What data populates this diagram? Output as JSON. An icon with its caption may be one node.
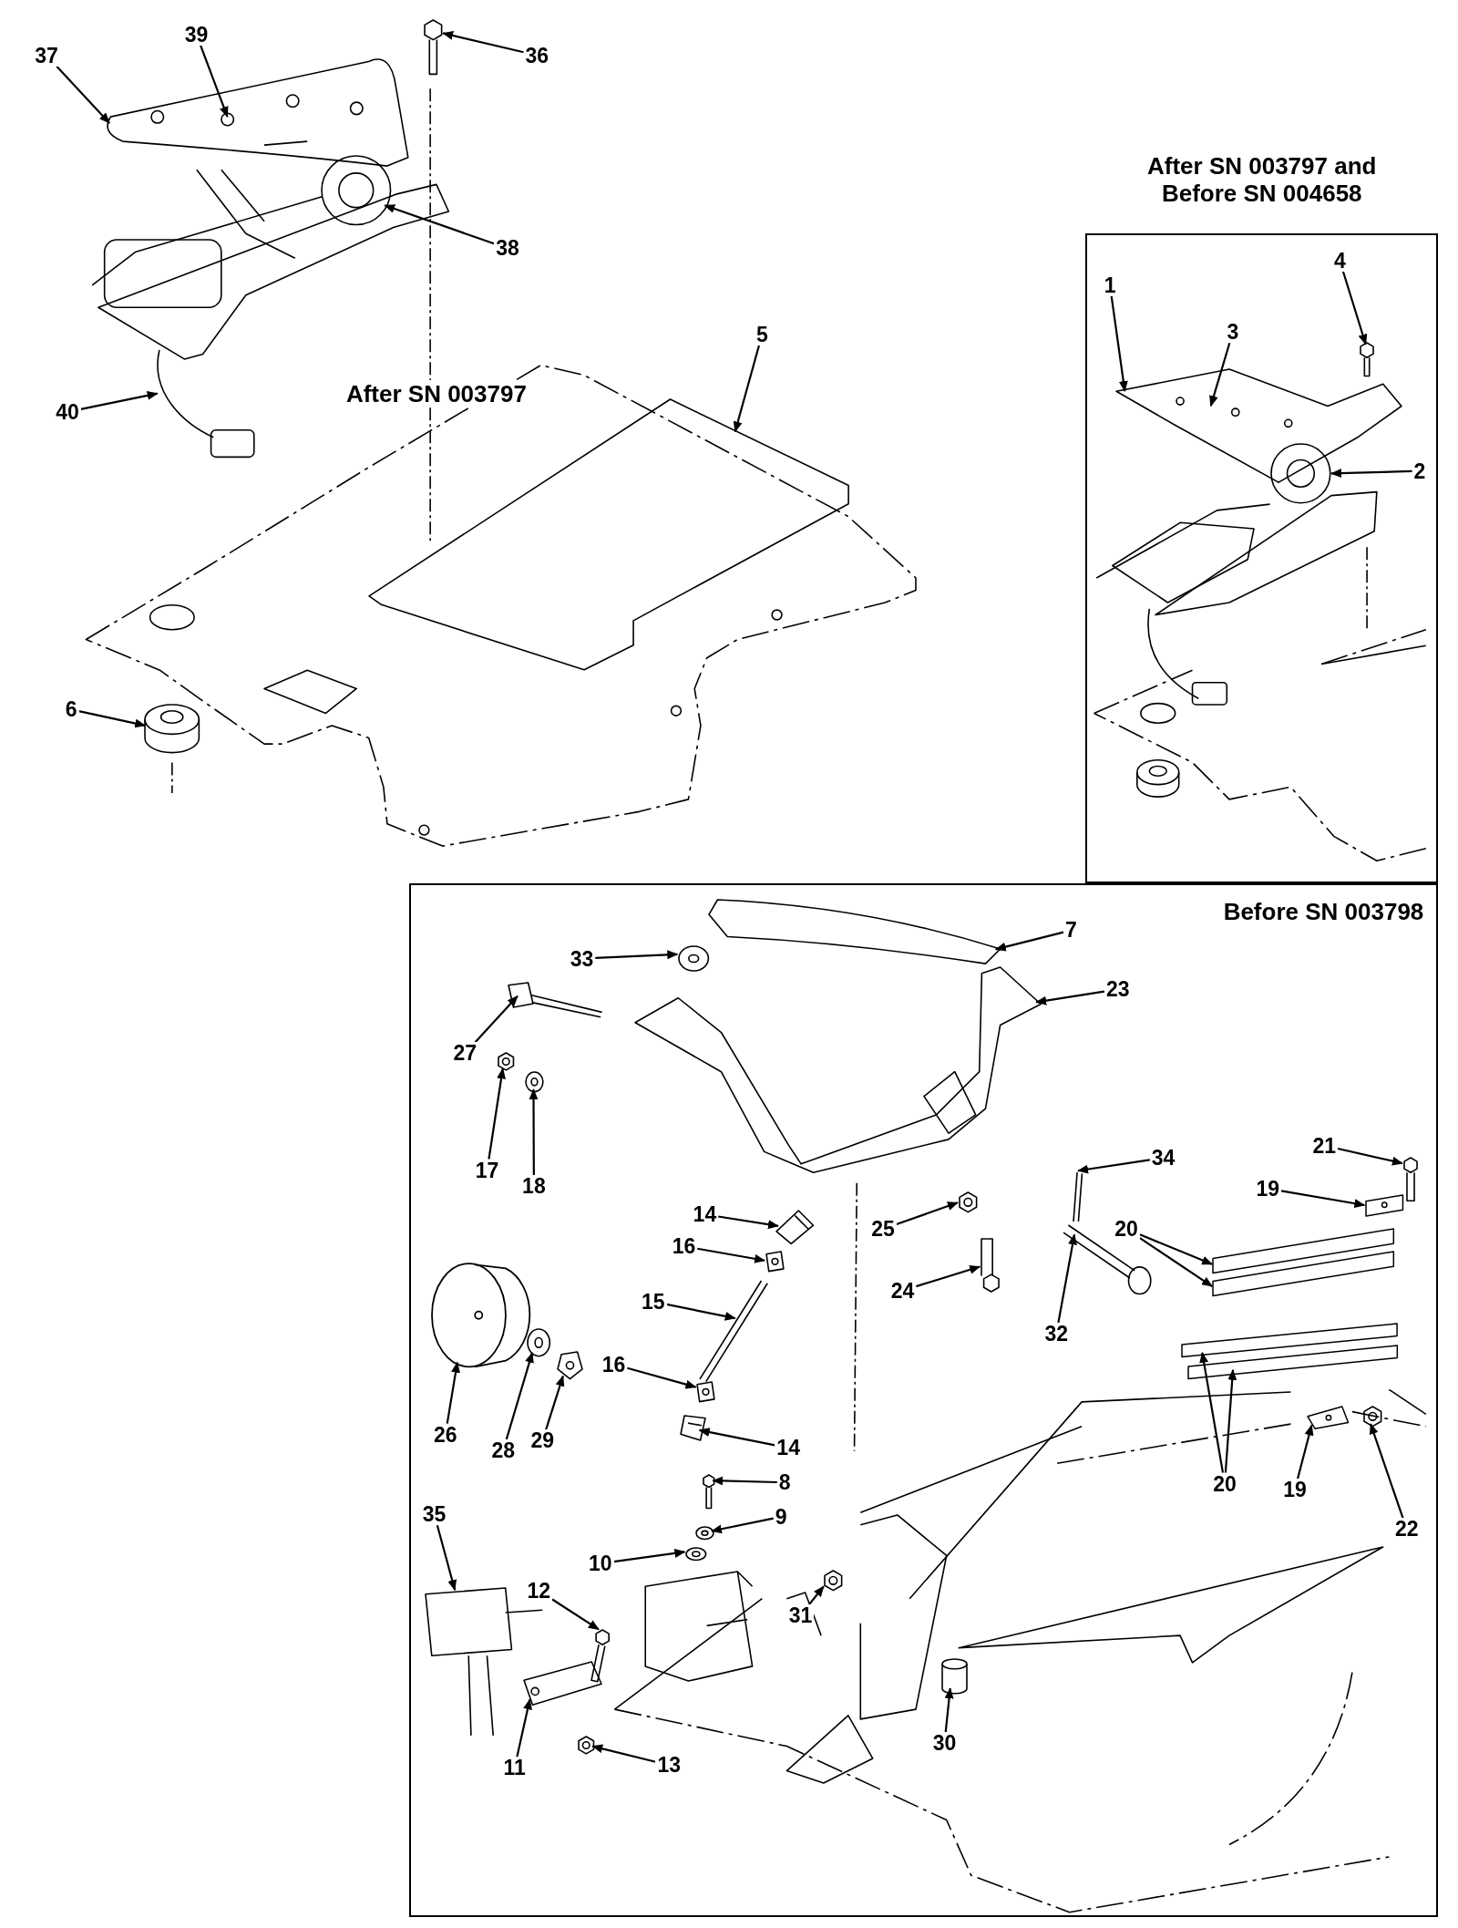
{
  "diagram": {
    "nodes": [
      {
        "text": [
          "After SN 003797 and Before SN 004658"
        ]
      },
      {
        "text": [
          "Before SN 003798"
        ]
      },
      {
        "text": [
          "37"
        ]
      },
      {
        "text": [
          "39"
        ]
      },
      {
        "text": [
          "36"
        ]
      },
      {
        "text": [
          "38"
        ]
      },
      {
        "text": [
          "40"
        ]
      },
      {
        "text": [
          "5"
        ]
      },
      {
        "text": [
          "6"
        ]
      },
      {
        "text": [
          "1"
        ],
        "in": 0
      },
      {
        "text": [
          "3"
        ],
        "in": 0
      },
      {
        "text": [
          "4"
        ],
        "in": 0
      },
      {
        "text": [
          "2"
        ],
        "in": 0
      },
      {
        "text": [
          "33"
        ],
        "in": 1
      },
      {
        "text": [
          "7"
        ],
        "in": 1
      },
      {
        "text": [
          "23"
        ],
        "in": 1
      },
      {
        "text": [
          "27"
        ],
        "in": 1
      },
      {
        "text": [
          "17"
        ],
        "in": 1
      },
      {
        "text": [
          "18"
        ],
        "in": 1
      },
      {
        "text": [
          "14"
        ],
        "in": 1
      },
      {
        "text": [
          "16"
        ],
        "in": 1
      },
      {
        "text": [
          "15"
        ],
        "in": 1
      },
      {
        "text": [
          "34"
        ],
        "in": 1
      },
      {
        "text": [
          "21"
        ],
        "in": 1
      },
      {
        "text": [
          "19"
        ],
        "in": 1
      },
      {
        "text": [
          "20"
        ],
        "in": 1
      },
      {
        "text": [
          "25"
        ],
        "in": 1
      },
      {
        "text": [
          "24"
        ],
        "in": 1
      },
      {
        "text": [
          "32"
        ],
        "in": 1
      },
      {
        "text": [
          "26"
        ],
        "in": 1
      },
      {
        "text": [
          "28"
        ],
        "in": 1
      },
      {
        "text": [
          "29"
        ],
        "in": 1
      },
      {
        "text": [
          "16"
        ],
        "in": 1
      },
      {
        "text": [
          "14"
        ],
        "in": 1
      },
      {
        "text": [
          "20"
        ],
        "in": 1
      },
      {
        "text": [
          "19"
        ],
        "in": 1
      },
      {
        "text": [
          "22"
        ],
        "in": 1
      },
      {
        "text": [
          "35"
        ],
        "in": 1
      },
      {
        "text": [
          "8"
        ],
        "in": 1
      },
      {
        "text": [
          "9"
        ],
        "in": 1
      },
      {
        "text": [
          "10"
        ],
        "in": 1
      },
      {
        "text": [
          "12"
        ],
        "in": 1
      },
      {
        "text": [
          "31"
        ],
        "in": 1
      },
      {
        "text": [
          "30"
        ],
        "in": 1
      },
      {
        "text": [
          "11"
        ],
        "in": 1
      },
      {
        "text": [
          "13"
        ],
        "in": 1
      },
      {
        "text": [],
        "shape": "picture"
      },
      {
        "text": [],
        "shape": "picture",
        "in": 46
      },
      {
        "text": [],
        "shape": "picture"
      },
      {
        "text": [],
        "shape": "picture"
      },
      {
        "text": [],
        "shape": "picture"
      },
      {
        "text": [],
        "shape": "picture"
      },
      {
        "text": [],
        "shape": "picture"
      },
      {
        "text": [],
        "shape": "picture",
        "in": 0
      },
      {
        "text": [],
        "shape": "picture",
        "in": 53
      },
      {
        "text": [],
        "shape": "picture",
        "in": 0
      },
      {
        "text": [],
        "shape": "picture",
        "in": 0
      },
      {
        "text": [],
        "shape": "picture",
        "in": 1
      },
      {
        "text": [],
        "shape": "picture",
        "in": 1
      },
      {
        "text": [],
        "shape": "picture",
        "in": 1
      },
      {
        "text": [],
        "shape": "picture",
        "in": 1
      },
      {
        "text": [],
        "shape": "picture",
        "in": 1
      },
      {
        "text": [],
        "shape": "picture",
        "in": 1
      },
      {
        "text": [],
        "shape": "picture",
        "in": 1
      },
      {
        "text": [],
        "shape": "picture",
        "in": 1
      },
      {
        "text": [],
        "shape": "picture",
        "in": 1
      },
      {
        "text": [],
        "shape": "picture",
        "in": 1
      },
      {
        "text": [],
        "shape": "picture",
        "in": 1
      },
      {
        "text": [],
        "shape": "bar",
        "in": 1
      },
      {
        "text": [],
        "shape": "bar",
        "in": 1
      },
      {
        "text": [],
        "shape": "bar",
        "in": 1
      },
      {
        "text": [],
        "shape": "picture",
        "in": 1
      },
      {
        "text": [],
        "shape": "picture",
        "in": 1
      },
      {
        "text": [],
        "shape": "picture",
        "in": 1
      },
      {
        "text": [],
        "shape": "cylinder",
        "in": 1
      },
      {
        "text": [],
        "shape": "picture",
        "in": 1
      },
      {
        "text": [],
        "shape": "picture",
        "in": 1
      },
      {
        "text": [],
        "shape": "picture",
        "in": 1
      },
      {
        "text": [],
        "shape": "picture",
        "in": 1
      },
      {
        "text": [],
        "shape": "bar",
        "in": 1
      },
      {
        "text": [],
        "shape": "bar",
        "in": 1
      },
      {
        "text": [],
        "shape": "bar",
        "in": 1
      },
      {
        "text": [],
        "shape": "picture",
        "in": 1
      },
      {
        "text": [],
        "shape": "picture",
        "in": 1
      },
      {
        "text": [],
        "shape": "picture",
        "in": 1
      },
      {
        "text": [],
        "shape": "picture",
        "in": 1
      },
      {
        "text": [],
        "shape": "picture",
        "in": 1
      },
      {
        "text": [],
        "shape": "picture",
        "in": 1
      },
      {
        "text": [],
        "shape": "picture",
        "in": 1
      },
      {
        "text": [],
        "shape": "picture",
        "in": 1
      },
      {
        "text": [],
        "shape": "picture",
        "in": 1
      },
      {
        "text": [],
        "shape": "picture",
        "in": 1
      }
    ],
    "edges": [
      {
        "from": 2,
        "to": 46,
        "arrow": "to"
      },
      {
        "from": 3,
        "to": 47,
        "arrow": "to"
      },
      {
        "from": 4,
        "to": 48,
        "arrow": "to"
      },
      {
        "from": 5,
        "to": 49,
        "arrow": "to"
      },
      {
        "from": 6,
        "to": 50,
        "arrow": "to"
      },
      {
        "from": 7,
        "to": 51,
        "arrow": "to"
      },
      {
        "from": 8,
        "to": 52,
        "arrow": "to"
      },
      {
        "from": 9,
        "to": 53,
        "arrow": "to"
      },
      {
        "from": 10,
        "to": 54,
        "arrow": "to"
      },
      {
        "from": 11,
        "to": 55,
        "arrow": "to"
      },
      {
        "from": 12,
        "to": 56,
        "arrow": "to"
      },
      {
        "from": 13,
        "to": 57,
        "arrow": "to"
      },
      {
        "from": 14,
        "to": 58,
        "arrow": "to"
      },
      {
        "from": 15,
        "to": 59,
        "arrow": "to"
      },
      {
        "from": 16,
        "to": 60,
        "arrow": "to"
      },
      {
        "from": 17,
        "to": 61,
        "arrow": "to"
      },
      {
        "from": 18,
        "to": 62,
        "arrow": "to"
      },
      {
        "from": 19,
        "to": 63,
        "arrow": "to"
      },
      {
        "from": 20,
        "to": 64,
        "arrow": "to"
      },
      {
        "from": 21,
        "to": 65,
        "arrow": "to"
      },
      {
        "from": 22,
        "to": 66,
        "arrow": "to"
      },
      {
        "from": 23,
        "to": 67,
        "arrow": "to"
      },
      {
        "from": 24,
        "to": 68,
        "arrow": "to"
      },
      {
        "from": 25,
        "to": 69,
        "arrow": "to"
      },
      {
        "from": 25,
        "to": 70,
        "arrow": "to"
      },
      {
        "from": 26,
        "to": 71,
        "arrow": "to"
      },
      {
        "from": 27,
        "to": 72,
        "arrow": "to"
      },
      {
        "from": 28,
        "to": 73,
        "arrow": "to"
      },
      {
        "from": 29,
        "to": 74,
        "arrow": "to"
      },
      {
        "from": 30,
        "to": 75,
        "arrow": "to"
      },
      {
        "from": 31,
        "to": 76,
        "arrow": "to"
      },
      {
        "from": 32,
        "to": 77,
        "arrow": "to"
      },
      {
        "from": 33,
        "to": 78,
        "arrow": "to"
      },
      {
        "from": 34,
        "to": 79,
        "arrow": "to"
      },
      {
        "from": 34,
        "to": 80,
        "arrow": "to"
      },
      {
        "from": 35,
        "to": 81,
        "arrow": "to"
      },
      {
        "from": 36,
        "to": 82,
        "arrow": "to"
      },
      {
        "from": 37,
        "to": 83,
        "arrow": "to"
      },
      {
        "from": 38,
        "to": 84,
        "arrow": "to"
      },
      {
        "from": 39,
        "to": 85,
        "arrow": "to"
      },
      {
        "from": 40,
        "to": 86,
        "arrow": "to"
      },
      {
        "from": 41,
        "to": 87,
        "arrow": "to"
      },
      {
        "from": 42,
        "to": 88,
        "arrow": "to"
      },
      {
        "from": 43,
        "to": 89,
        "arrow": "to"
      },
      {
        "from": 44,
        "to": 90,
        "arrow": "to"
      },
      {
        "from": 45,
        "to": 91,
        "arrow": "to"
      }
    ],
    "labels": [
      "After SN 003797"
    ]
  }
}
